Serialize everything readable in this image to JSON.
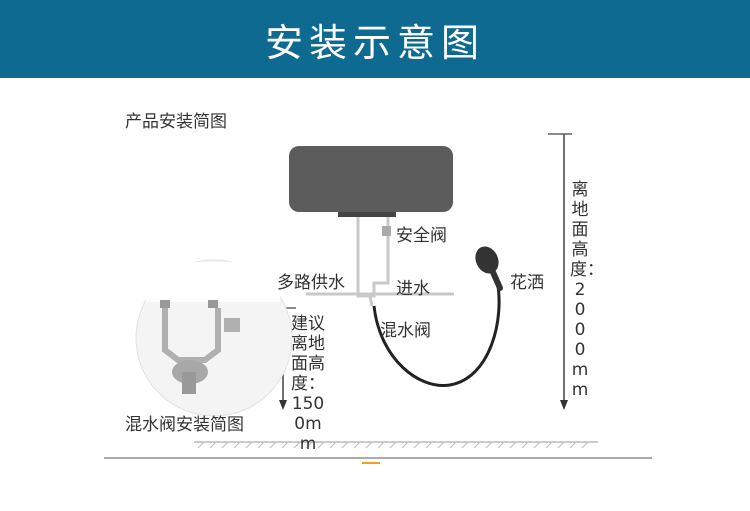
{
  "header": {
    "title": "安装示意图"
  },
  "diagram": {
    "product_title": "产品安装简图",
    "safety_valve": "安全阀",
    "multi_supply": "多路供水",
    "water_inlet": "进水",
    "mixing_valve": "混水阀",
    "shower": "花洒",
    "height_total": "离地面高度：2000mm",
    "height_suggest": "建议离地面高度：1500mm",
    "mix_valve_diagram": "混水阀安装简图"
  },
  "colors": {
    "banner": "#0f6a91",
    "tank": "#5c5c5c",
    "accent": "#f0a020"
  }
}
